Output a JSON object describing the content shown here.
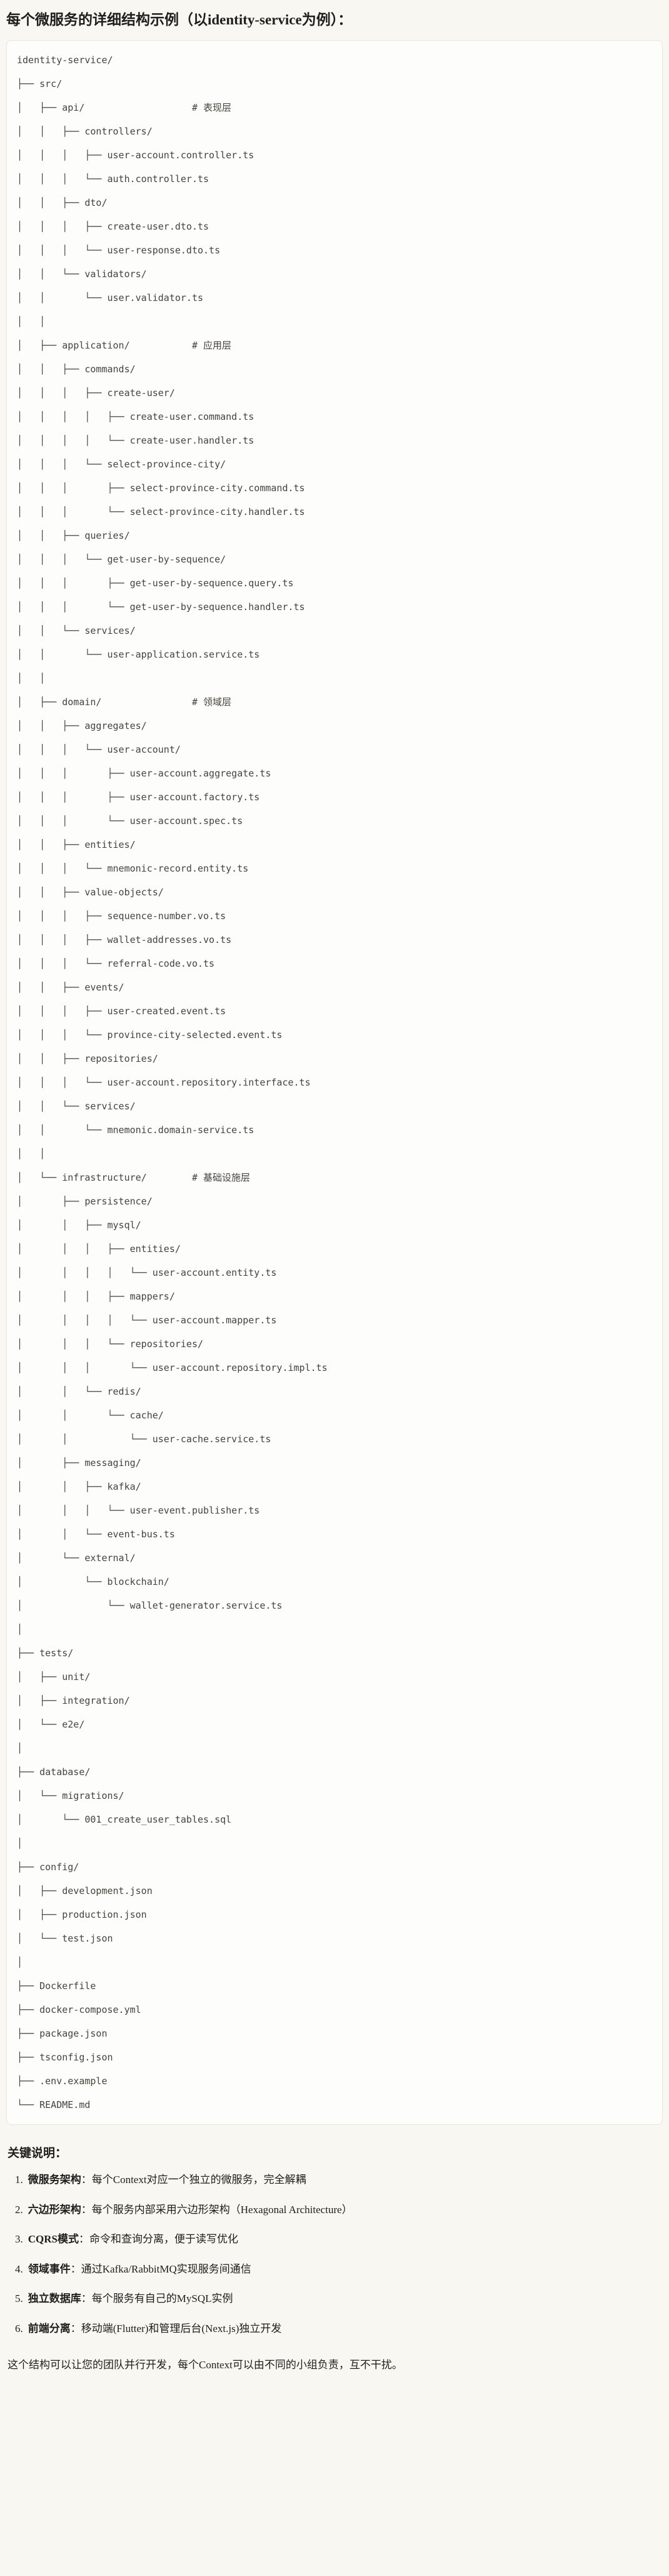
{
  "page": {
    "title": "每个微服务的详细结构示例（以identity-service为例）：",
    "notes_heading": "关键说明：",
    "notes": [
      {
        "num": "1.",
        "term": "微服务架构",
        "desc": "：每个Context对应一个独立的微服务，完全解耦"
      },
      {
        "num": "2.",
        "term": "六边形架构",
        "desc": "：每个服务内部采用六边形架构（Hexagonal Architecture）"
      },
      {
        "num": "3.",
        "term": "CQRS模式",
        "desc": "：命令和查询分离，便于读写优化"
      },
      {
        "num": "4.",
        "term": "领域事件",
        "desc": "：通过Kafka/RabbitMQ实现服务间通信"
      },
      {
        "num": "5.",
        "term": "独立数据库",
        "desc": "：每个服务有自己的MySQL实例"
      },
      {
        "num": "6.",
        "term": "前端分离",
        "desc": "：移动端(Flutter)和管理后台(Next.js)独立开发"
      }
    ],
    "footer": "这个结构可以让您的团队并行开发，每个Context可以由不同的小组负责，互不干扰。"
  },
  "tree": {
    "lines": [
      "identity-service/",
      "├── src/",
      "│   ├── api/                   # 表现层",
      "│   │   ├── controllers/",
      "│   │   │   ├── user-account.controller.ts",
      "│   │   │   └── auth.controller.ts",
      "│   │   ├── dto/",
      "│   │   │   ├── create-user.dto.ts",
      "│   │   │   └── user-response.dto.ts",
      "│   │   └── validators/",
      "│   │       └── user.validator.ts",
      "│   │",
      "│   ├── application/           # 应用层",
      "│   │   ├── commands/",
      "│   │   │   ├── create-user/",
      "│   │   │   │   ├── create-user.command.ts",
      "│   │   │   │   └── create-user.handler.ts",
      "│   │   │   └── select-province-city/",
      "│   │   │       ├── select-province-city.command.ts",
      "│   │   │       └── select-province-city.handler.ts",
      "│   │   ├── queries/",
      "│   │   │   └── get-user-by-sequence/",
      "│   │   │       ├── get-user-by-sequence.query.ts",
      "│   │   │       └── get-user-by-sequence.handler.ts",
      "│   │   └── services/",
      "│   │       └── user-application.service.ts",
      "│   │",
      "│   ├── domain/                # 领域层",
      "│   │   ├── aggregates/",
      "│   │   │   └── user-account/",
      "│   │   │       ├── user-account.aggregate.ts",
      "│   │   │       ├── user-account.factory.ts",
      "│   │   │       └── user-account.spec.ts",
      "│   │   ├── entities/",
      "│   │   │   └── mnemonic-record.entity.ts",
      "│   │   ├── value-objects/",
      "│   │   │   ├── sequence-number.vo.ts",
      "│   │   │   ├── wallet-addresses.vo.ts",
      "│   │   │   └── referral-code.vo.ts",
      "│   │   ├── events/",
      "│   │   │   ├── user-created.event.ts",
      "│   │   │   └── province-city-selected.event.ts",
      "│   │   ├── repositories/",
      "│   │   │   └── user-account.repository.interface.ts",
      "│   │   └── services/",
      "│   │       └── mnemonic.domain-service.ts",
      "│   │",
      "│   └── infrastructure/        # 基础设施层",
      "│       ├── persistence/",
      "│       │   ├── mysql/",
      "│       │   │   ├── entities/",
      "│       │   │   │   └── user-account.entity.ts",
      "│       │   │   ├── mappers/",
      "│       │   │   │   └── user-account.mapper.ts",
      "│       │   │   └── repositories/",
      "│       │   │       └── user-account.repository.impl.ts",
      "│       │   └── redis/",
      "│       │       └── cache/",
      "│       │           └── user-cache.service.ts",
      "│       ├── messaging/",
      "│       │   ├── kafka/",
      "│       │   │   └── user-event.publisher.ts",
      "│       │   └── event-bus.ts",
      "│       └── external/",
      "│           └── blockchain/",
      "│               └── wallet-generator.service.ts",
      "│",
      "├── tests/",
      "│   ├── unit/",
      "│   ├── integration/",
      "│   └── e2e/",
      "│",
      "├── database/",
      "│   └── migrations/",
      "│       └── 001_create_user_tables.sql",
      "│",
      "├── config/",
      "│   ├── development.json",
      "│   ├── production.json",
      "│   └── test.json",
      "│",
      "├── Dockerfile",
      "├── docker-compose.yml",
      "├── package.json",
      "├── tsconfig.json",
      "├── .env.example",
      "└── README.md"
    ]
  },
  "colors": {
    "page-bg": "#f9f7f1",
    "code-bg": "#fdfdfb",
    "code-border": "#e6e4dc",
    "text": "#201e1a",
    "code-text": "#45433c"
  }
}
